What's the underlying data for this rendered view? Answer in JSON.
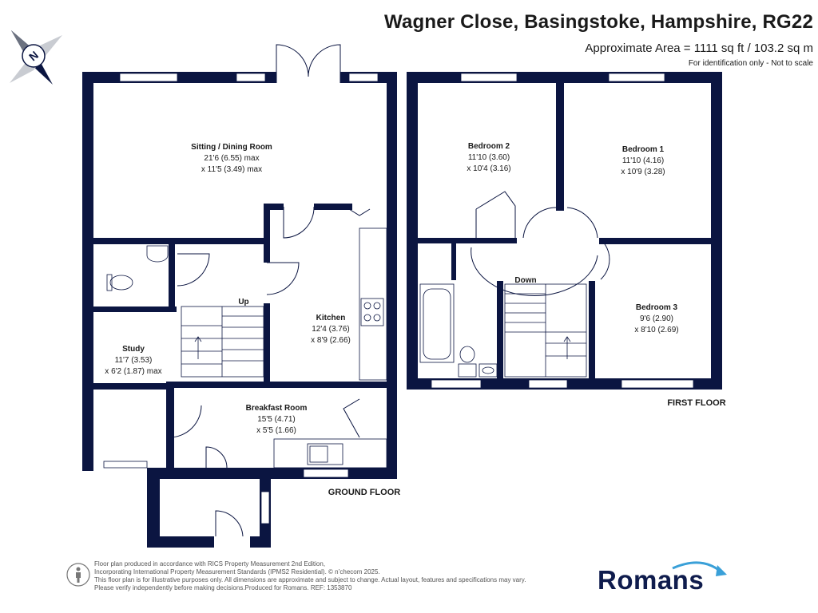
{
  "header": {
    "title": "Wagner Close, Basingstoke, Hampshire, RG22",
    "area": "Approximate Area = 1111 sq ft / 103.2 sq m",
    "note": "For identification only - Not to scale"
  },
  "compass": {
    "letter": "N"
  },
  "ground_floor": {
    "label": "GROUND FLOOR",
    "rooms": {
      "sitting": {
        "name": "Sitting / Dining Room",
        "dim1": "21'6 (6.55) max",
        "dim2": "x 11'5 (3.49) max"
      },
      "kitchen": {
        "name": "Kitchen",
        "dim1": "12'4 (3.76)",
        "dim2": "x 8'9 (2.66)"
      },
      "study": {
        "name": "Study",
        "dim1": "11'7 (3.53)",
        "dim2": "x 6'2 (1.87) max"
      },
      "breakfast": {
        "name": "Breakfast Room",
        "dim1": "15'5 (4.71)",
        "dim2": "x 5'5 (1.66)"
      }
    },
    "stairs_label": "Up"
  },
  "first_floor": {
    "label": "FIRST FLOOR",
    "rooms": {
      "bed2": {
        "name": "Bedroom 2",
        "dim1": "11'10 (3.60)",
        "dim2": "x 10'4 (3.16)"
      },
      "bed1": {
        "name": "Bedroom 1",
        "dim1": "11'10 (4.16)",
        "dim2": "x 10'9 (3.28)"
      },
      "bed3": {
        "name": "Bedroom 3",
        "dim1": "9'6 (2.90)",
        "dim2": "x 8'10 (2.69)"
      }
    },
    "stairs_label": "Down"
  },
  "footer": {
    "lines": [
      "Floor plan produced in accordance with RICS Property Measurement 2nd Edition,",
      "Incorporating International Property Measurement Standards (IPMS2 Residential).  © n’checom 2025.",
      "This floor plan is for illustrative purposes only. All dimensions are approximate and subject to change. Actual layout, features and specifications may vary.",
      "Please verify independently before making decisions.Produced for Romans.    REF:  1353870"
    ]
  },
  "brand": {
    "logo": "Romans",
    "color": "#0f1c4d",
    "wall_color": "#0b1541",
    "accent": "#3aa0d8"
  }
}
